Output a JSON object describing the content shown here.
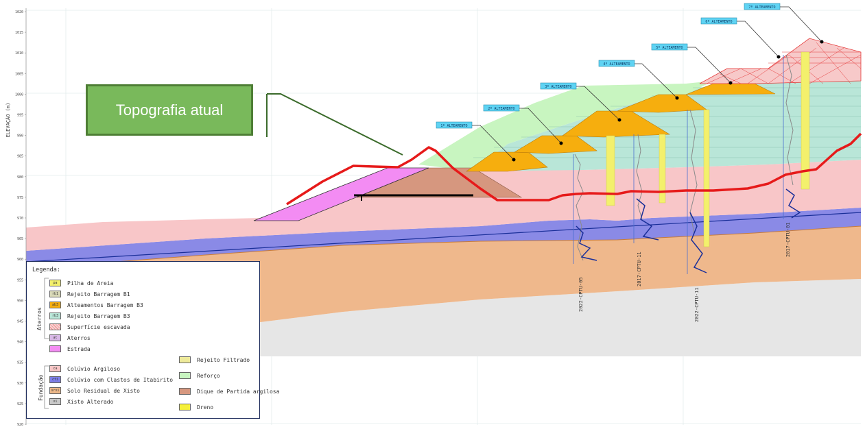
{
  "axis": {
    "ylabel": "ELEVAÇÃO (m)",
    "y_ticks": [
      "1020",
      "1015",
      "1010",
      "1005",
      "1000",
      "995",
      "990",
      "985",
      "980",
      "975",
      "970",
      "965",
      "960",
      "955",
      "950",
      "945",
      "940",
      "935",
      "930",
      "925",
      "920"
    ]
  },
  "callout": {
    "label": "Topografia atual"
  },
  "stages": [
    {
      "label": "1º ALTEAMENTO"
    },
    {
      "label": "2º ALTEAMENTO"
    },
    {
      "label": "3º ALTEAMENTO"
    },
    {
      "label": "4º ALTEAMENTO"
    },
    {
      "label": "5º ALTEAMENTO"
    },
    {
      "label": "6º ALTEAMENTO"
    },
    {
      "label": "7º ALTEAMENTO"
    }
  ],
  "cptu": [
    {
      "label": "2022-CPTU-05"
    },
    {
      "label": "2017-CPTU-11"
    },
    {
      "label": "2022-CPTU-11"
    },
    {
      "label": "2017-CPTU-01"
    }
  ],
  "legend": {
    "title": "Legenda:",
    "group_fill": "Aterros",
    "group_found": "Fundação",
    "items_fill": [
      {
        "code": "pa",
        "label": "Pilha de Areia",
        "color": "#f3f06c"
      },
      {
        "code": "rb1",
        "label": "Rejeito Barragem B1",
        "color": "#d9d9b8"
      },
      {
        "code": "ab3",
        "label": "Alteamentos Barragem B3",
        "color": "#f6ae0e"
      },
      {
        "code": "rb3",
        "label": "Rejeito Barragem B3",
        "color": "#b9e6d8"
      },
      {
        "code": "",
        "label": "Superfície escavada",
        "color": "#f7d3d3"
      },
      {
        "code": "at",
        "label": "Aterros",
        "color": "#d8b8e6"
      },
      {
        "code": "",
        "label": "Estrada",
        "color": "#f38cf3"
      }
    ],
    "items_found": [
      {
        "code": "ca",
        "label": "Colúvio Argiloso",
        "color": "#f8c6c6"
      },
      {
        "code": "cti",
        "label": "Colúvio com Clastos de Itabirito",
        "color": "#7f7fe8"
      },
      {
        "code": "srxi",
        "label": "Solo Residual de Xisto",
        "color": "#eeb98a"
      },
      {
        "code": "xi",
        "label": "Xisto Alterado",
        "color": "#c9c9c9"
      }
    ],
    "items_right": [
      {
        "label": "Rejeito Filtrado",
        "color": "#eeea9a"
      },
      {
        "label": "Reforço",
        "color": "#c8f5c0"
      },
      {
        "label": "Dique de Partida argilosa",
        "color": "#d6977f"
      },
      {
        "label": "Dreno",
        "color": "#f5f03a"
      }
    ]
  }
}
